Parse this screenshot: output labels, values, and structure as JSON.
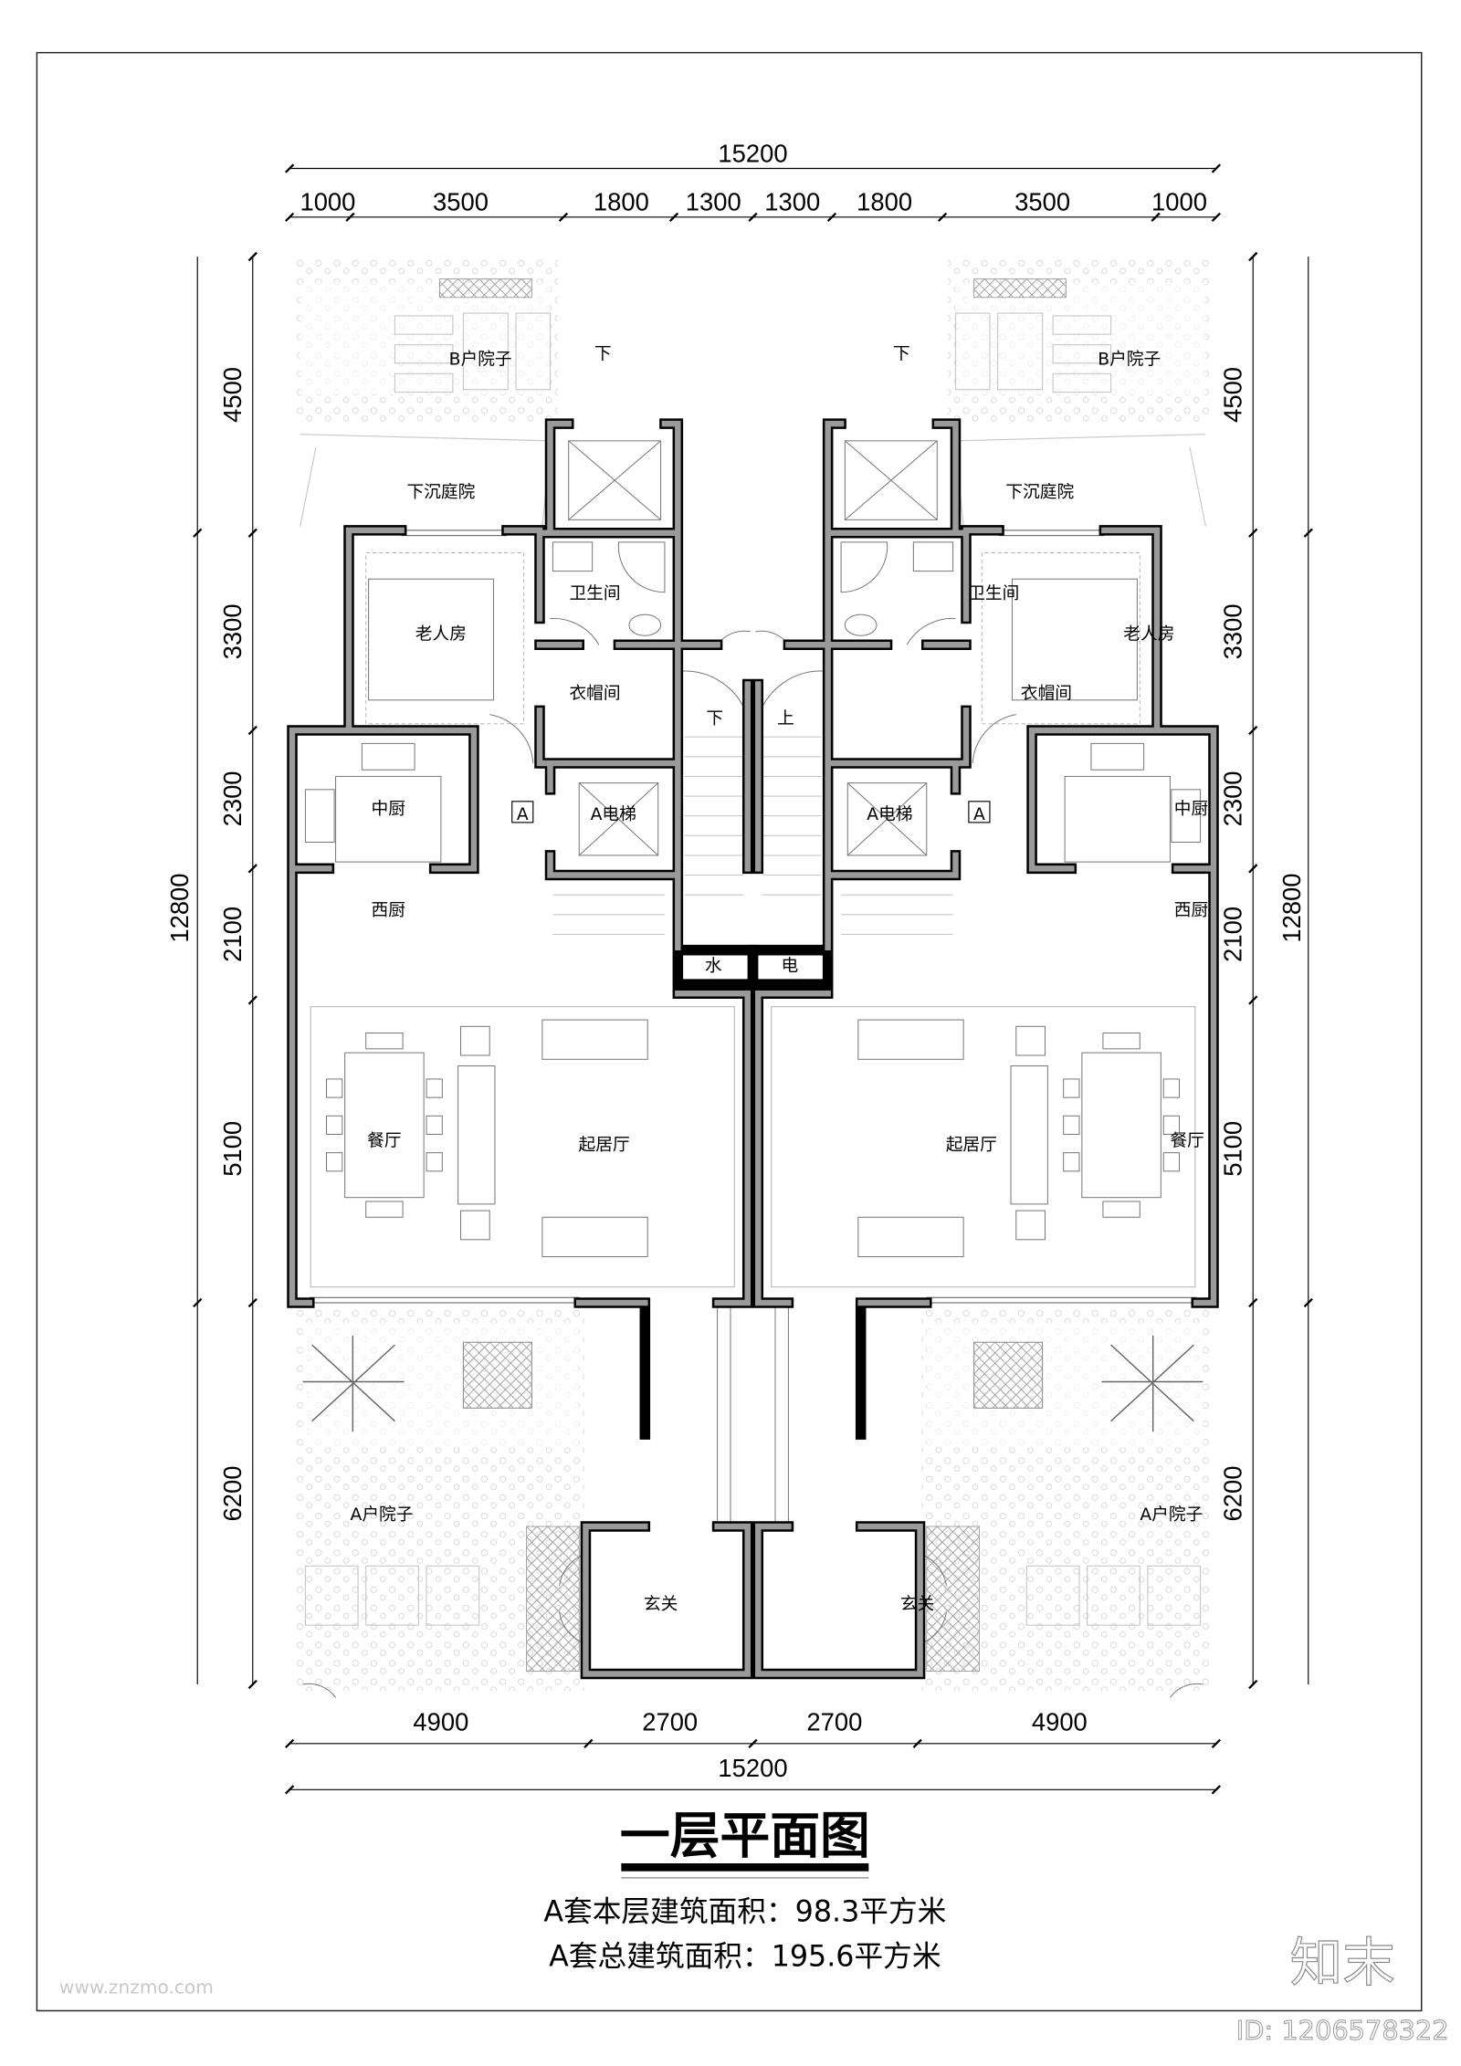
{
  "drawing": {
    "title": "一层平面图",
    "area_floor": "A套本层建筑面积：98.3平方米",
    "area_total": "A套总建筑面积：195.6平方米"
  },
  "dimensions": {
    "top_total": "15200",
    "top_segments": [
      "1000",
      "3500",
      "1800",
      "1300",
      "1300",
      "1800",
      "3500",
      "1000"
    ],
    "bottom_segments": [
      "4900",
      "2700",
      "2700",
      "4900"
    ],
    "bottom_total": "15200",
    "left_segments": [
      "4500",
      "3300",
      "2300",
      "2100",
      "5100",
      "6200"
    ],
    "left_total": "12800",
    "right_segments": [
      "4500",
      "3300",
      "2300",
      "2100",
      "5100",
      "6200"
    ],
    "right_total": "12800"
  },
  "rooms": {
    "left": {
      "b_yard": "B户院子",
      "down_arrow": "下",
      "sunken_court": "下沉庭院",
      "bathroom": "卫生间",
      "elder_room": "老人房",
      "cloakroom": "衣帽间",
      "chinese_kitchen": "中厨",
      "unit_tag": "A",
      "elevator": "A电梯",
      "western_kitchen": "西厨",
      "dining": "餐厅",
      "living": "起居厅",
      "a_yard": "A户院子",
      "foyer": "玄关"
    },
    "right": {
      "b_yard": "B户院子",
      "down_arrow": "下",
      "sunken_court": "下沉庭院",
      "bathroom": "卫生间",
      "elder_room": "老人房",
      "cloakroom": "衣帽间",
      "chinese_kitchen": "中厨",
      "unit_tag": "A",
      "elevator": "A电梯",
      "western_kitchen": "西厨",
      "dining": "餐厅",
      "living": "起居厅",
      "a_yard": "A户院子",
      "foyer": "玄关"
    },
    "stair_down": "下",
    "stair_up": "上",
    "water": "水",
    "electric": "电"
  },
  "watermark": {
    "logo": "知末",
    "id": "ID: 1206578322",
    "site": "www.znzmo.com"
  }
}
